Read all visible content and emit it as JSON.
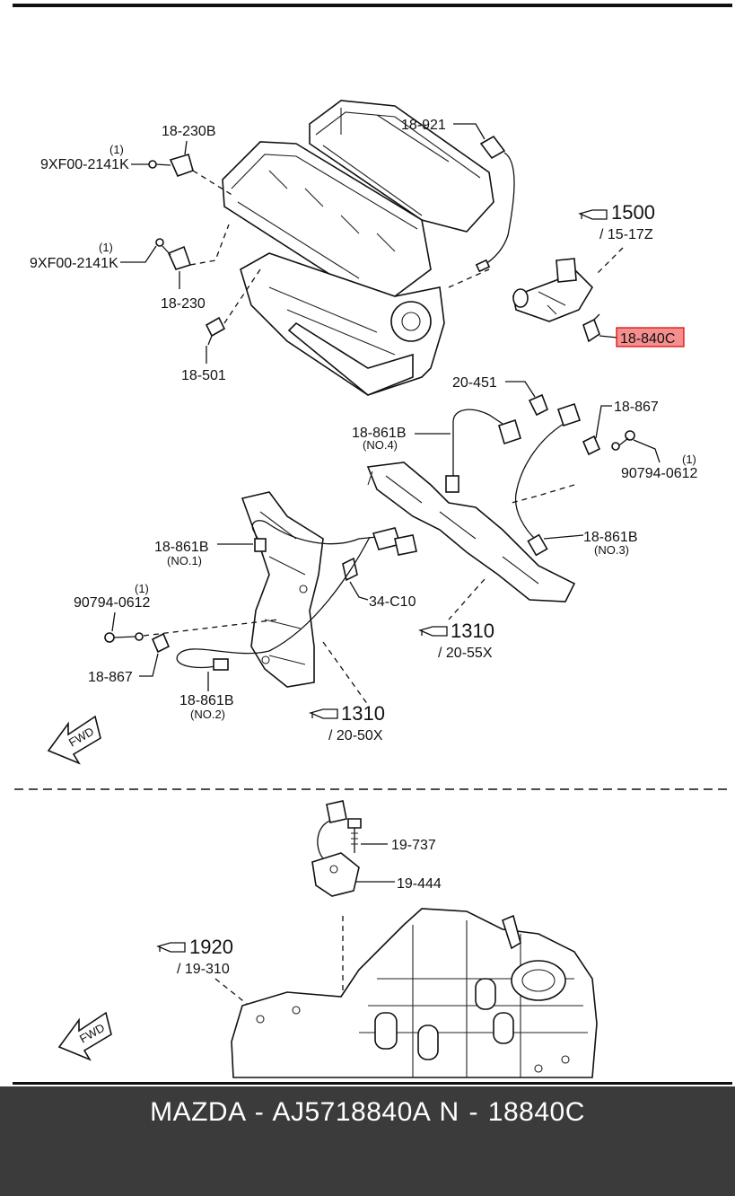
{
  "labels": {
    "p18_921": "18-921",
    "p18_230b": "18-230B",
    "p9xf00_a_qty": "(1)",
    "p9xf00_a": "9XF00-2141K",
    "p9xf00_b_qty": "(1)",
    "p9xf00_b": "9XF00-2141K",
    "p18_230": "18-230",
    "p18_501": "18-501",
    "ref1500_num": "1500",
    "ref1500_sub": "/ 15-17Z",
    "p18_840c": "18-840C",
    "p20_451": "20-451",
    "p18_861b_no4": "18-861B",
    "no4": "(NO.4)",
    "p18_867_top": "18-867",
    "p90794_top_qty": "(1)",
    "p90794_top": "90794-0612",
    "p18_861b_no3": "18-861B",
    "no3": "(NO.3)",
    "p18_861b_no1": "18-861B",
    "no1": "(NO.1)",
    "p90794_left_qty": "(1)",
    "p90794_left": "90794-0612",
    "p34_c10": "34-C10",
    "ref1310a_num": "1310",
    "ref1310a_sub": "/ 20-55X",
    "p18_867_left": "18-867",
    "p18_861b_no2": "18-861B",
    "no2": "(NO.2)",
    "ref1310b_num": "1310",
    "ref1310b_sub": "/ 20-50X",
    "fwd_top": "FWD",
    "p19_737": "19-737",
    "p19_444": "19-444",
    "ref1920_num": "1920",
    "ref1920_sub": "/ 19-310",
    "fwd_bottom": "FWD"
  },
  "footer": {
    "text": "MAZDA - AJ5718840A   N - 18840C"
  },
  "colors": {
    "highlight_fill": "#f58f8f",
    "highlight_border": "#d40000",
    "footer_bg": "#3b3b3b"
  }
}
